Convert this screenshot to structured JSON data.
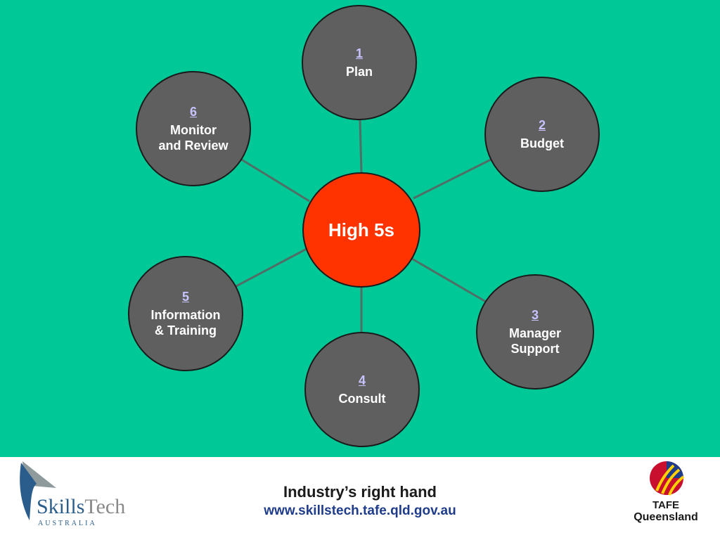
{
  "diagram": {
    "center_label": "High 5s",
    "nodes": [
      {
        "number": "1",
        "label": "Plan"
      },
      {
        "number": "2",
        "label": "Budget"
      },
      {
        "number": "3",
        "label": "Manager\nSupport"
      },
      {
        "number": "4",
        "label": "Consult"
      },
      {
        "number": "5",
        "label": "Information\n& Training"
      },
      {
        "number": "6",
        "label": "Monitor\nand Review"
      }
    ]
  },
  "footer": {
    "left_brand": {
      "name_part1": "Skills",
      "name_part2": "Tech",
      "subtitle": "AUSTRALIA"
    },
    "tagline": "Industry’s right hand",
    "url": "www.skillstech.tafe.qld.gov.au",
    "right_brand": {
      "line1": "TAFE",
      "line2": "Queensland"
    }
  },
  "colors": {
    "background": "#00c896",
    "hub": "#ff3300",
    "node": "#5f5f5f",
    "node_number": "#c7c3ff",
    "url": "#1f3c8a"
  }
}
